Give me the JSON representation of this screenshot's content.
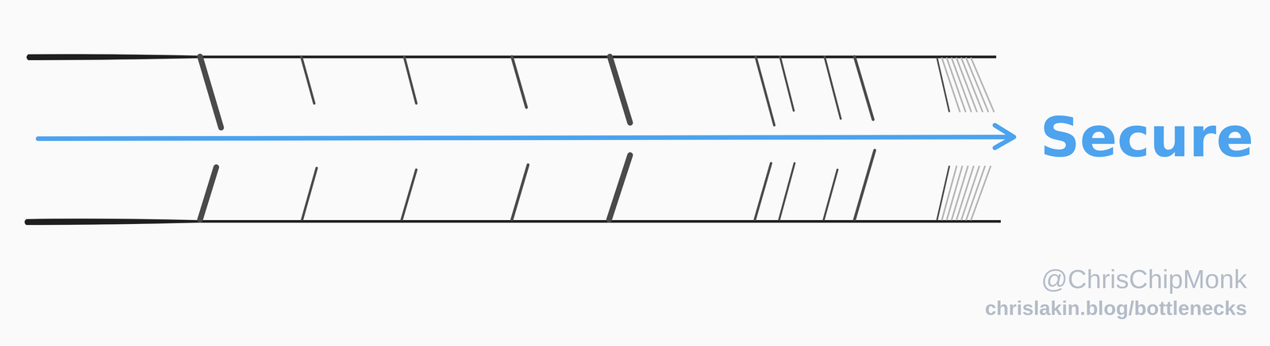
{
  "diagram": {
    "labels": [
      "Secure",
      "@ChrisChipMonk",
      "chrislakin.blog/bottlenecks"
    ]
  }
}
